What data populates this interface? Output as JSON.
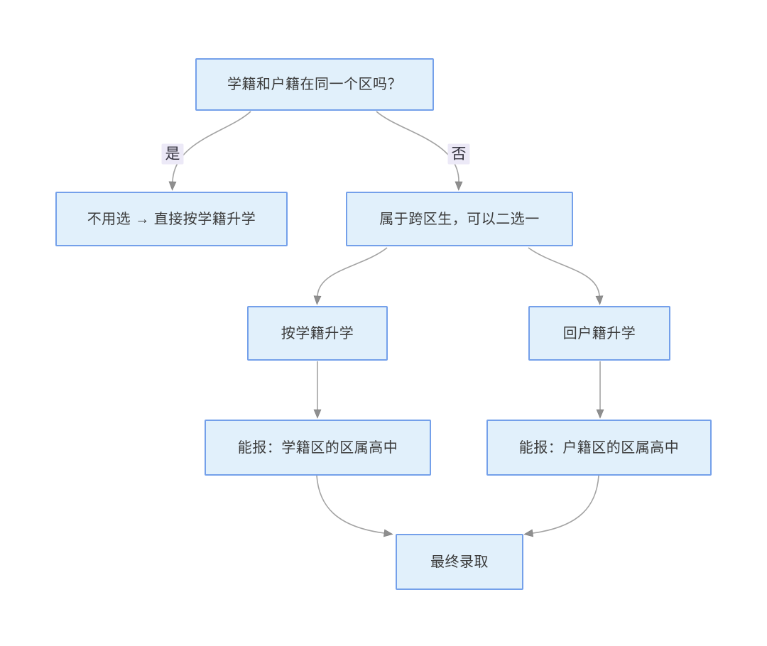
{
  "diagram": {
    "type": "flowchart",
    "nodes": [
      {
        "id": "question",
        "label": "学籍和户籍在同一个区吗？"
      },
      {
        "id": "direct-xueji",
        "label": "不用选 → 直接按学籍升学"
      },
      {
        "id": "cross-district",
        "label": "属于跨区生，可以二选一"
      },
      {
        "id": "by-xueji",
        "label": "按学籍升学"
      },
      {
        "id": "back-huji",
        "label": "回户籍升学"
      },
      {
        "id": "xueji-schools",
        "label": "能报：学籍区的区属高中"
      },
      {
        "id": "huji-schools",
        "label": "能报：户籍区的区属高中"
      },
      {
        "id": "final",
        "label": "最终录取"
      }
    ],
    "edges": [
      {
        "from": "question",
        "to": "direct-xueji",
        "label": "是"
      },
      {
        "from": "question",
        "to": "cross-district",
        "label": "否"
      },
      {
        "from": "cross-district",
        "to": "by-xueji",
        "label": ""
      },
      {
        "from": "cross-district",
        "to": "back-huji",
        "label": ""
      },
      {
        "from": "by-xueji",
        "to": "xueji-schools",
        "label": ""
      },
      {
        "from": "back-huji",
        "to": "huji-schools",
        "label": ""
      },
      {
        "from": "xueji-schools",
        "to": "final",
        "label": ""
      },
      {
        "from": "huji-schools",
        "to": "final",
        "label": ""
      }
    ],
    "colors": {
      "node_fill": "#e1f0fb",
      "node_border": "#74a0ea",
      "connector": "#a3a3a3",
      "arrowhead": "#8f8f8f",
      "edge_label_background": "#ece9f7",
      "text": "#3b3b3b",
      "background": "#ffffff"
    }
  }
}
